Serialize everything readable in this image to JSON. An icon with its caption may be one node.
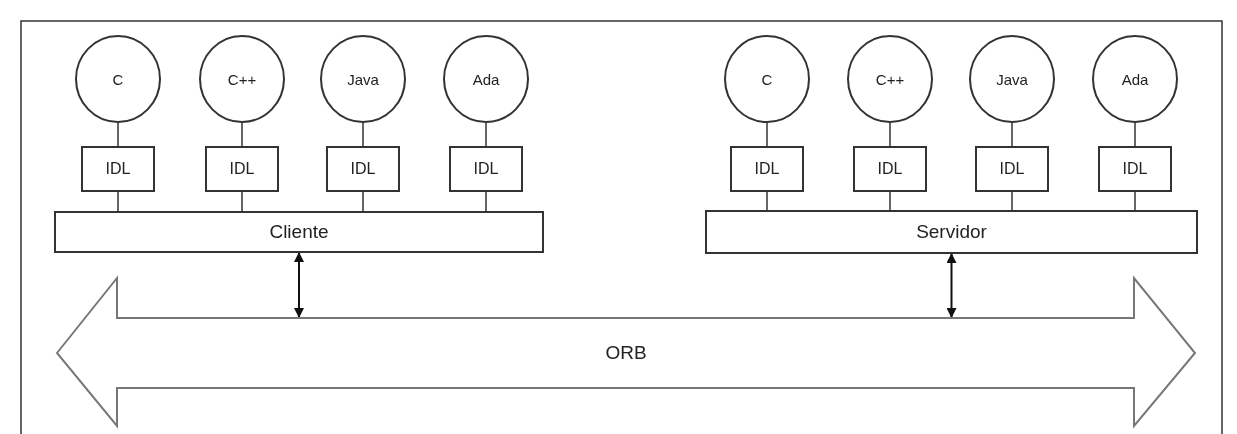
{
  "diagram": {
    "nodes": [
      {
        "text": [
          "C"
        ]
      },
      {
        "text": [
          "C++"
        ]
      },
      {
        "text": [
          "Java"
        ]
      },
      {
        "text": [
          "Ada"
        ]
      },
      {
        "text": [
          "IDL"
        ]
      },
      {
        "text": [
          "IDL"
        ]
      },
      {
        "text": [
          "IDL"
        ]
      },
      {
        "text": [
          "IDL"
        ]
      },
      {
        "text": [
          "Cliente"
        ]
      },
      {
        "text": [
          "C"
        ]
      },
      {
        "text": [
          "C++"
        ]
      },
      {
        "text": [
          "Java"
        ]
      },
      {
        "text": [
          "Ada"
        ]
      },
      {
        "text": [
          "IDL"
        ]
      },
      {
        "text": [
          "IDL"
        ]
      },
      {
        "text": [
          "IDL"
        ]
      },
      {
        "text": [
          "IDL"
        ]
      },
      {
        "text": [
          "Servidor"
        ]
      },
      {
        "text": [
          "ORB"
        ]
      }
    ],
    "edges": [
      {
        "from": 0,
        "to": 4,
        "arrow": "none"
      },
      {
        "from": 1,
        "to": 5,
        "arrow": "none"
      },
      {
        "from": 2,
        "to": 6,
        "arrow": "none"
      },
      {
        "from": 3,
        "to": 7,
        "arrow": "none"
      },
      {
        "from": 4,
        "to": 8,
        "arrow": "none"
      },
      {
        "from": 5,
        "to": 8,
        "arrow": "none"
      },
      {
        "from": 6,
        "to": 8,
        "arrow": "none"
      },
      {
        "from": 7,
        "to": 8,
        "arrow": "none"
      },
      {
        "from": 8,
        "to": 18,
        "arrow": "both"
      },
      {
        "from": 9,
        "to": 13,
        "arrow": "none"
      },
      {
        "from": 10,
        "to": 14,
        "arrow": "none"
      },
      {
        "from": 11,
        "to": 15,
        "arrow": "none"
      },
      {
        "from": 12,
        "to": 16,
        "arrow": "none"
      },
      {
        "from": 13,
        "to": 17,
        "arrow": "none"
      },
      {
        "from": 14,
        "to": 17,
        "arrow": "none"
      },
      {
        "from": 15,
        "to": 17,
        "arrow": "none"
      },
      {
        "from": 16,
        "to": 17,
        "arrow": "none"
      },
      {
        "from": 17,
        "to": 18,
        "arrow": "both"
      }
    ]
  }
}
